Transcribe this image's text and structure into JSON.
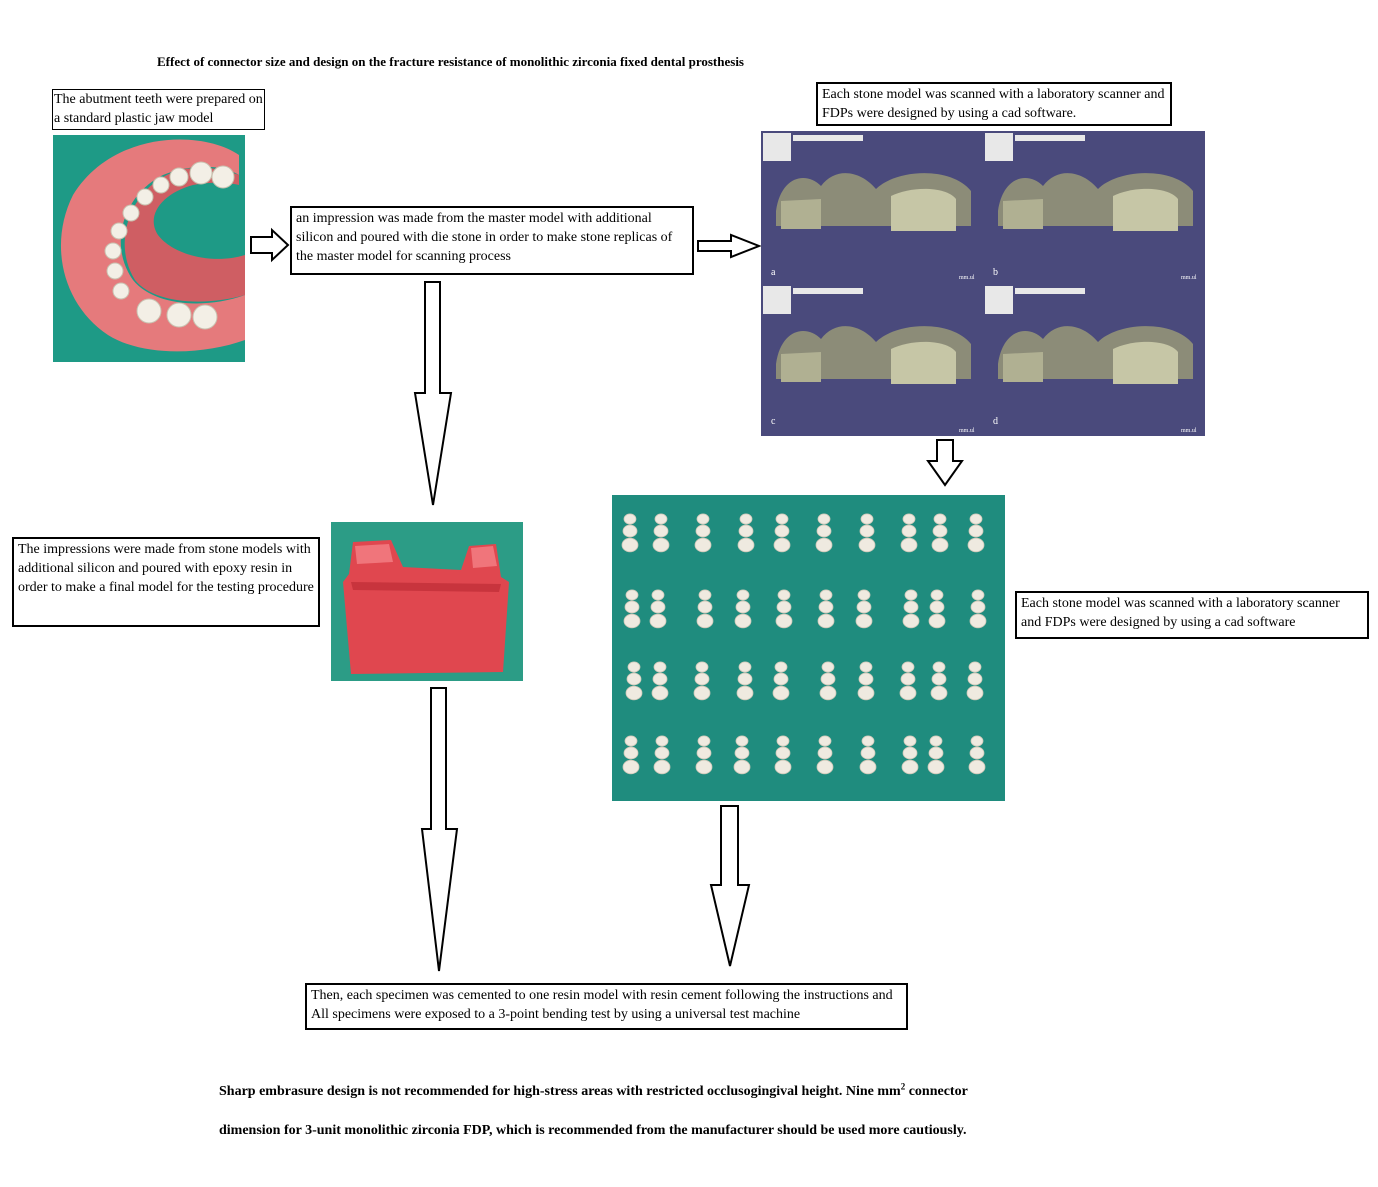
{
  "title": "Effect of connector size and design on the fracture resistance of monolithic zirconia fixed dental prosthesis",
  "boxes": {
    "abutment": "The abutment teeth were prepared on a standard plastic jaw model",
    "impression": "an impression was made from the master model with additional silicon  and poured with die stone in order to make stone replicas of the master model for scanning process",
    "scan_top": "Each stone model was scanned with a laboratory scanner and FDPs were designed by using a cad software.",
    "epoxy": "The impressions were made from stone models with additional silicon and poured with epoxy resin in order to make a final model for the testing procedure",
    "scan_right": "Each stone model was scanned with a laboratory scanner and FDPs were designed by using a cad software",
    "cemented": "Then, each specimen was cemented to one resin model with resin cement  following the instructions and All specimens were exposed to a 3-point bending test by using a universal test machine"
  },
  "cad_panels": {
    "labels": [
      "a",
      "b",
      "c",
      "d"
    ],
    "tag": "mm.ul"
  },
  "conclusion": {
    "part1": "Sharp embrasure design is not recommended for high-stress areas with restricted occlusogingival height. Nine mm",
    "sup": "2",
    "part2": " connector dimension for 3-unit monolithic zirconia FDP, which is recommended from the manufacturer should be used more cautiously."
  },
  "colors": {
    "cad_background": "#4a4a7c",
    "jaw_background": "#1e9a86",
    "gum_pink": "#e57a7c",
    "specimen_green": "#1f8c7e",
    "resin_red": "#e0474f"
  }
}
